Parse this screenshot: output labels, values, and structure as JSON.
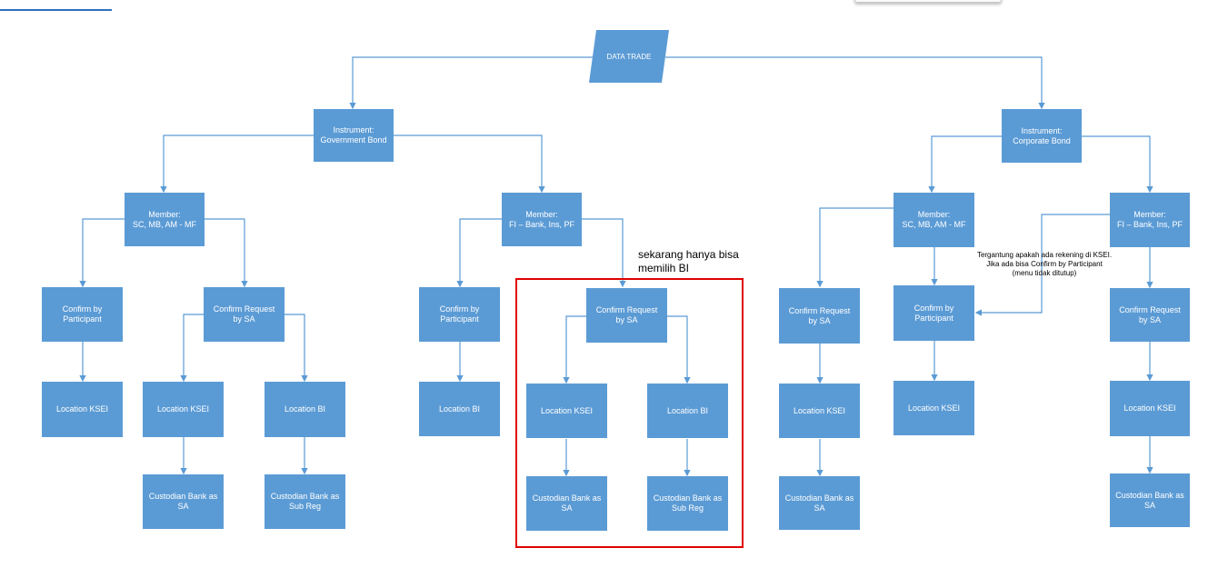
{
  "diagram": {
    "root": "DATA TRADE",
    "gov": {
      "instrument": "Instrument:\nGovernment Bond",
      "member_sc": "Member:\nSC, MB, AM - MF",
      "member_fi": "Member:\nFI – Bank, Ins, PF",
      "sc_confirm_participant": "Confirm by\nParticipant",
      "sc_confirm_request": "Confirm Request\nby SA",
      "sc_loc_ksei_a": "Location KSEI",
      "sc_loc_ksei_b": "Location KSEI",
      "sc_loc_bi": "Location BI",
      "sc_custodian_sa": "Custodian Bank as\nSA",
      "sc_custodian_subreg": "Custodian Bank as\nSub Reg",
      "fi_confirm_participant": "Confirm by\nParticipant",
      "fi_loc_bi": "Location BI",
      "fi_confirm_request": "Confirm Request\nby SA",
      "fi_loc_ksei": "Location KSEI",
      "fi_loc_bi_b": "Location BI",
      "fi_custodian_sa": "Custodian Bank as\nSA",
      "fi_custodian_subreg": "Custodian Bank as\nSub Reg"
    },
    "corp": {
      "instrument": "Instrument:\nCorporate Bond",
      "member_sc": "Member:\nSC, MB, AM - MF",
      "member_fi": "Member:\nFI – Bank, Ins, PF",
      "sc_confirm_request": "Confirm Request\nby SA",
      "sc_loc_ksei": "Location KSEI",
      "sc_custodian_sa": "Custodian Bank as\nSA",
      "sc_confirm_participant": "Confirm by\nParticipant",
      "sc_loc_ksei_b": "Location KSEI",
      "fi_confirm_request": "Confirm Request\nby SA",
      "fi_loc_ksei": "Location KSEI",
      "fi_custodian_sa": "Custodian Bank as\nSA"
    }
  },
  "notes": {
    "highlight_note": "sekarang hanya bisa\nmemilih BI",
    "corp_note": "Tergantung apakah ada rekening di KSEI.\nJika ada bisa Confirm by Participant\n(menu tidak ditutup)"
  },
  "colors": {
    "node_fill": "#5b9bd5",
    "connector": "#5b9bd5",
    "highlight": "#e00000"
  }
}
